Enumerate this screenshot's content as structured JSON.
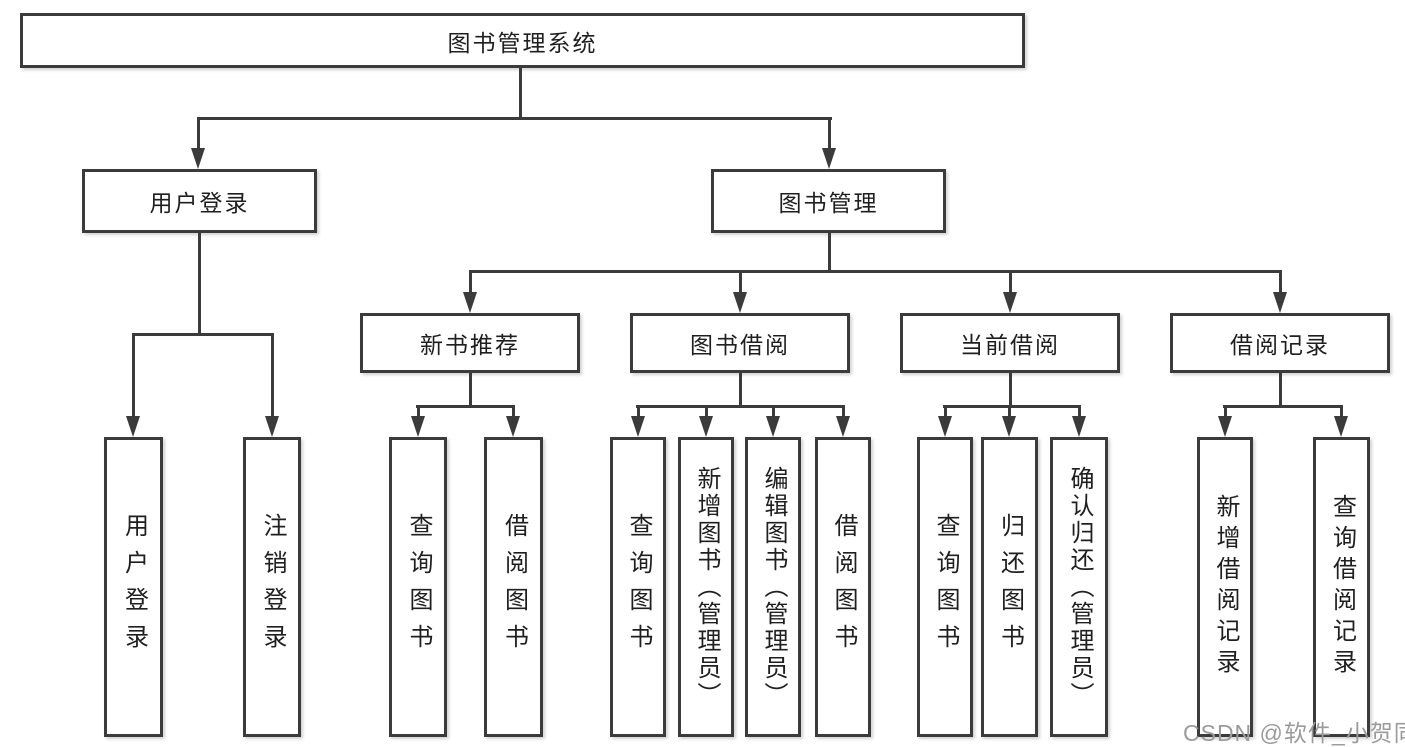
{
  "diagram": {
    "root": "图书管理系统",
    "level2": [
      "用户登录",
      "图书管理"
    ],
    "level3": [
      "新书推荐",
      "图书借阅",
      "当前借阅",
      "借阅记录"
    ],
    "leaves": {
      "user_login": [
        "用户登录",
        "注销登录"
      ],
      "new_book_recommend": [
        "查询图书",
        "借阅图书"
      ],
      "book_borrow": [
        "查询图书",
        "新增图书（管理员）",
        "编辑图书（管理员）",
        "借阅图书"
      ],
      "current_borrow": [
        "查询图书",
        "归还图书",
        "确认归还（管理员）"
      ],
      "borrow_records": [
        "新增借阅记录",
        "查询借阅记录"
      ]
    }
  },
  "watermark": "CSDN @软件_小贺同学",
  "colors": {
    "line": "#3b3b3b",
    "text": "#1f1f1f",
    "background": "#ffffff",
    "watermark": "#9b9b9b"
  }
}
